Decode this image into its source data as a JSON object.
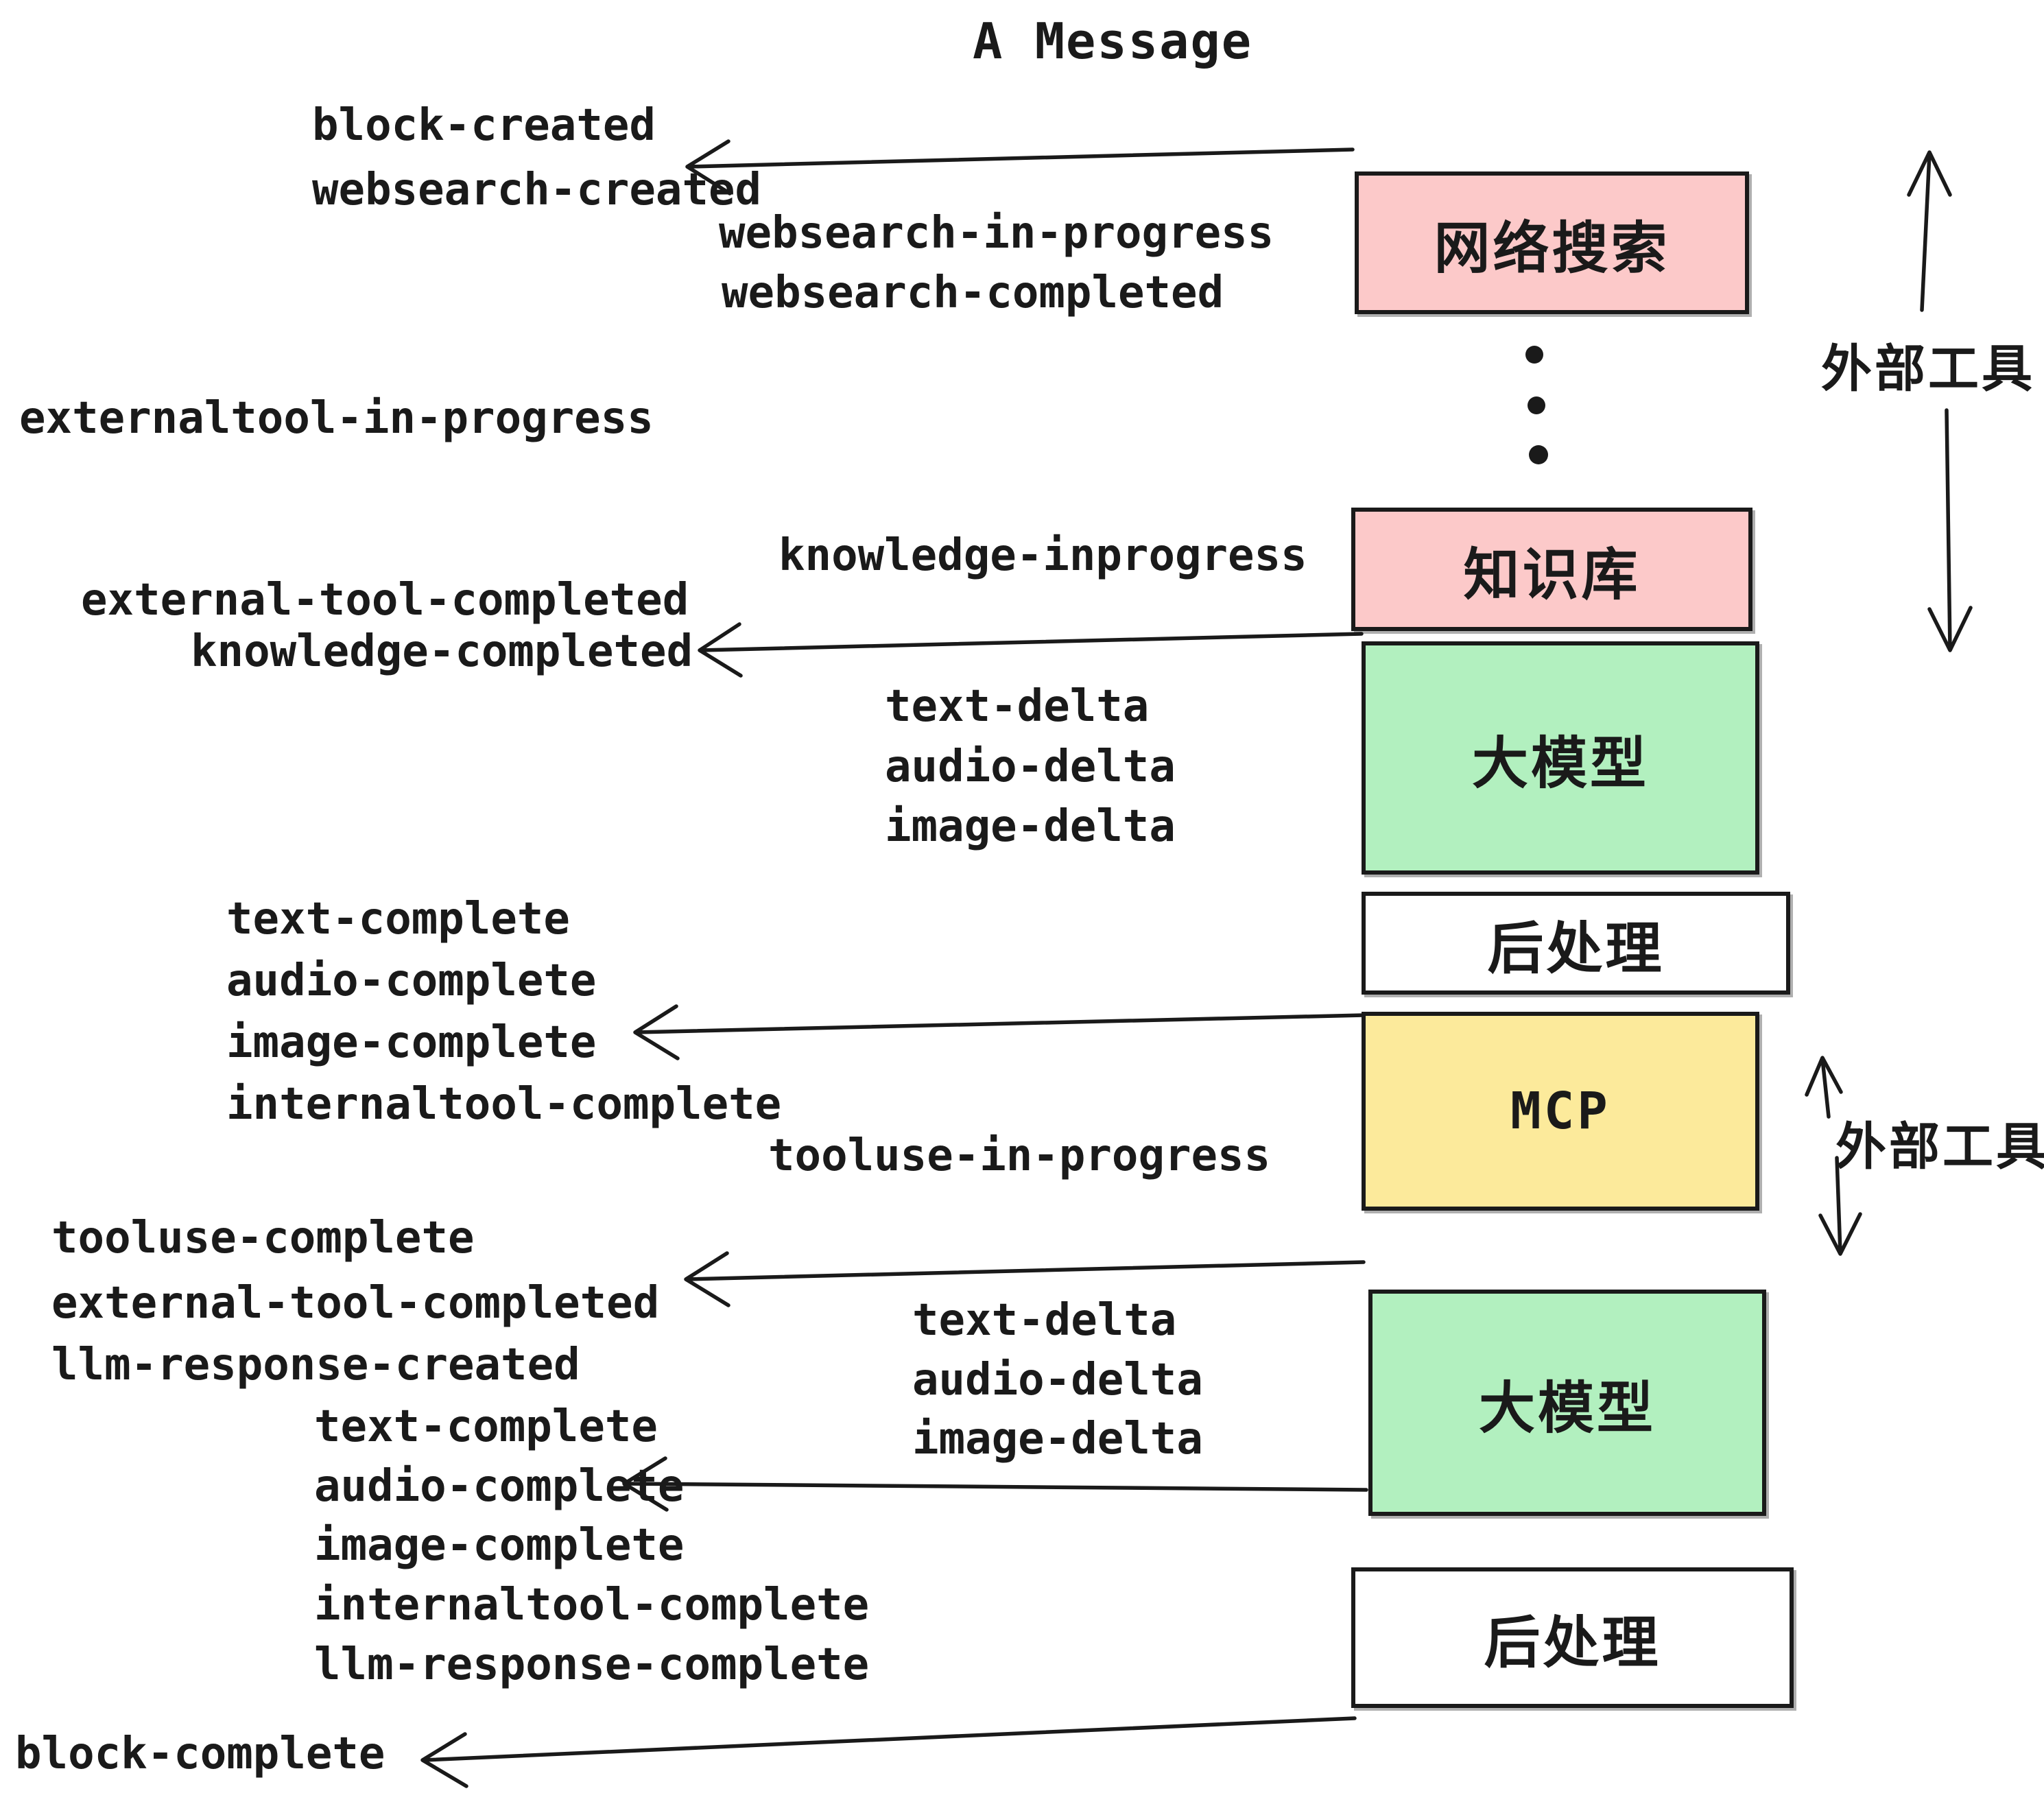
{
  "title": "A Message",
  "colors": {
    "ink": "#1a1a1a",
    "pink": "#fcc9c9",
    "green": "#b2f0bf",
    "yellow": "#fcea9b",
    "white": "#ffffff"
  },
  "events": [
    {
      "id": "block-created",
      "label": "block-created"
    },
    {
      "id": "websearch-created",
      "label": "websearch-created"
    },
    {
      "id": "websearch-in-progress",
      "label": "websearch-in-progress"
    },
    {
      "id": "websearch-completed",
      "label": "websearch-completed"
    },
    {
      "id": "externaltool-in-progress",
      "label": "externaltool-in-progress"
    },
    {
      "id": "knowledge-inprogress",
      "label": "knowledge-inprogress"
    },
    {
      "id": "external-tool-completed",
      "label": "external-tool-completed"
    },
    {
      "id": "knowledge-completed",
      "label": "knowledge-completed"
    },
    {
      "id": "text-delta-1",
      "label": "text-delta"
    },
    {
      "id": "audio-delta-1",
      "label": "audio-delta"
    },
    {
      "id": "image-delta-1",
      "label": "image-delta"
    },
    {
      "id": "text-complete-1",
      "label": "text-complete"
    },
    {
      "id": "audio-complete-1",
      "label": "audio-complete"
    },
    {
      "id": "image-complete-1",
      "label": "image-complete"
    },
    {
      "id": "internaltool-complete-1",
      "label": "internaltool-complete"
    },
    {
      "id": "tooluse-in-progress",
      "label": "tooluse-in-progress"
    },
    {
      "id": "tooluse-complete",
      "label": "tooluse-complete"
    },
    {
      "id": "external-tool-completed-2",
      "label": "external-tool-completed"
    },
    {
      "id": "llm-response-created",
      "label": "llm-response-created"
    },
    {
      "id": "text-complete-2",
      "label": "text-complete"
    },
    {
      "id": "audio-complete-2",
      "label": "audio-complete"
    },
    {
      "id": "image-complete-2",
      "label": "image-complete"
    },
    {
      "id": "internaltool-complete-2",
      "label": "internaltool-complete"
    },
    {
      "id": "llm-response-complete",
      "label": "llm-response-complete"
    },
    {
      "id": "block-complete",
      "label": "block-complete"
    }
  ],
  "boxes": [
    {
      "id": "websearch",
      "label": "网络搜索",
      "color": "#fcc9c9"
    },
    {
      "id": "knowledge",
      "label": "知识库",
      "color": "#fcc9c9"
    },
    {
      "id": "llm-1",
      "label": "大模型",
      "color": "#b2f0bf"
    },
    {
      "id": "post-1",
      "label": "后处理",
      "color": "#ffffff"
    },
    {
      "id": "mcp",
      "label": "MCP",
      "color": "#fcea9b"
    },
    {
      "id": "llm-2",
      "label": "大模型",
      "color": "#b2f0bf"
    },
    {
      "id": "post-2",
      "label": "后处理",
      "color": "#ffffff"
    }
  ],
  "side_labels": [
    {
      "id": "external-tools-top",
      "label": "外部工具"
    },
    {
      "id": "external-tools-mid",
      "label": "外部工具"
    }
  ]
}
